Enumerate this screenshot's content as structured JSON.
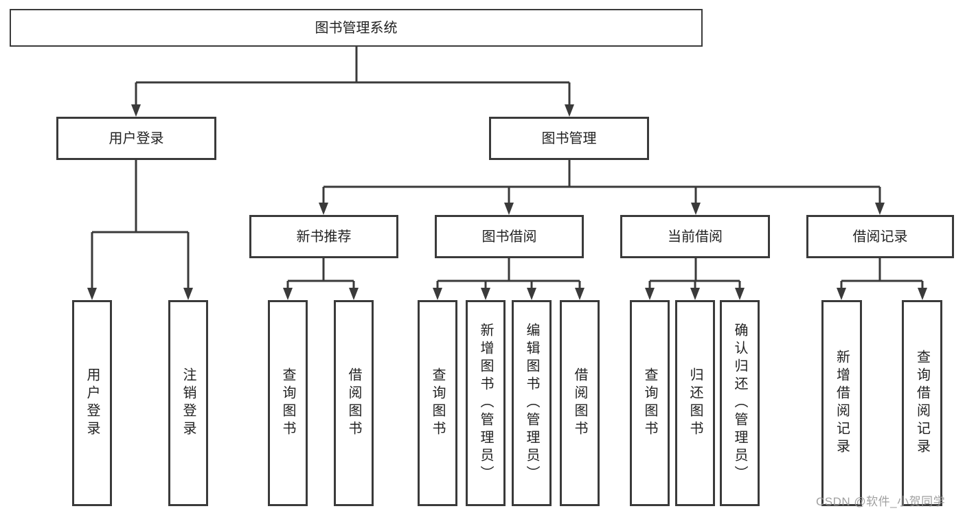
{
  "tree": {
    "root": {
      "label": "图书管理系统"
    },
    "branches": [
      {
        "label": "用户登录",
        "children": [
          {
            "label": "用户登录"
          },
          {
            "label": "注销登录"
          }
        ]
      },
      {
        "label": "图书管理",
        "sections": [
          {
            "label": "新书推荐",
            "children": [
              {
                "label": "查询图书"
              },
              {
                "label": "借阅图书"
              }
            ]
          },
          {
            "label": "图书借阅",
            "children": [
              {
                "label": "查询图书"
              },
              {
                "label": "新增图书（管理员）"
              },
              {
                "label": "编辑图书（管理员）"
              },
              {
                "label": "借阅图书"
              }
            ]
          },
          {
            "label": "当前借阅",
            "children": [
              {
                "label": "查询图书"
              },
              {
                "label": "归还图书"
              },
              {
                "label": "确认归还（管理员）"
              }
            ]
          },
          {
            "label": "借阅记录",
            "children": [
              {
                "label": "新增借阅记录"
              },
              {
                "label": "查询借阅记录"
              }
            ]
          }
        ]
      }
    ]
  },
  "watermark": {
    "text": "CSDN @软件_小贺同学"
  },
  "colors": {
    "line": "#3a3a3a",
    "box_border": "#3a3a3a",
    "text": "#222222",
    "background": "#ffffff",
    "watermark": "#969696"
  }
}
